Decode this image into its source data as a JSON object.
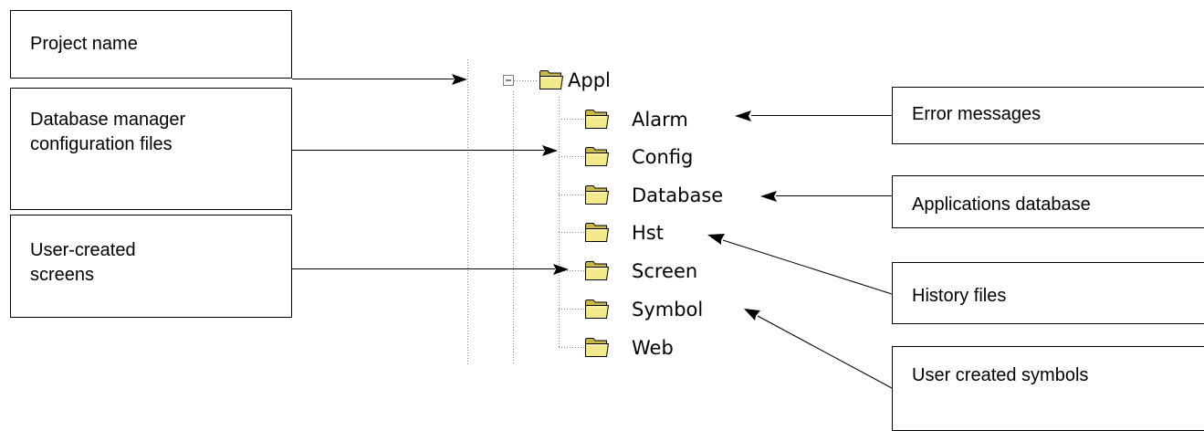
{
  "tree": {
    "root": {
      "label": "Appl",
      "expander": "minus"
    },
    "children": [
      {
        "label": "Alarm"
      },
      {
        "label": "Config"
      },
      {
        "label": "Database"
      },
      {
        "label": "Hst"
      },
      {
        "label": "Screen"
      },
      {
        "label": "Symbol"
      },
      {
        "label": "Web"
      }
    ]
  },
  "callouts": {
    "project_name": "Project name",
    "database_manager": "Database manager\nconfiguration files",
    "user_created_screens": "User-created\nscreens",
    "error_messages": "Error messages",
    "applications_database": "Applications database",
    "history_files": "History files",
    "user_created_symbols": "User created symbols"
  },
  "icons": {
    "folder": "folder-icon",
    "expander": "minus-box-icon"
  },
  "colors": {
    "folder_fill": "#F2E98A",
    "folder_shade": "#C8B848",
    "folder_outline": "#000000",
    "tree_line": "#808080",
    "line": "#000000"
  }
}
